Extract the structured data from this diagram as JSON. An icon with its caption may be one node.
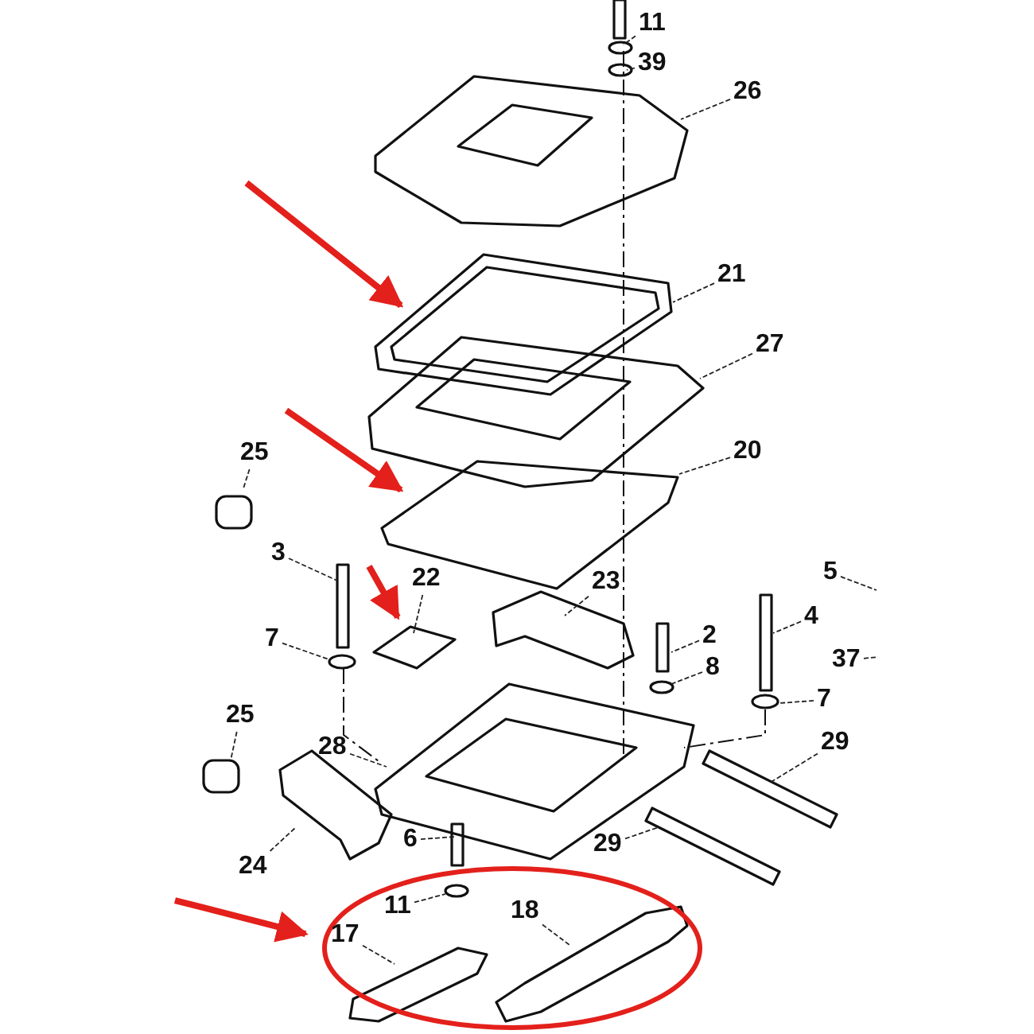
{
  "diagram": {
    "nodes": [
      {
        "text": [
          "11"
        ]
      },
      {
        "text": [
          "39"
        ]
      },
      {
        "text": [
          "26"
        ]
      },
      {
        "text": [
          "21"
        ]
      },
      {
        "text": [
          "27"
        ]
      },
      {
        "text": [
          "25"
        ]
      },
      {
        "text": [
          "20"
        ]
      },
      {
        "text": [
          "3"
        ]
      },
      {
        "text": [
          "22"
        ]
      },
      {
        "text": [
          "5"
        ]
      },
      {
        "text": [
          "23"
        ]
      },
      {
        "text": [
          "4"
        ]
      },
      {
        "text": [
          "2"
        ]
      },
      {
        "text": [
          "7"
        ]
      },
      {
        "text": [
          "37"
        ]
      },
      {
        "text": [
          "8"
        ]
      },
      {
        "text": [
          "7"
        ]
      },
      {
        "text": [
          "25"
        ]
      },
      {
        "text": [
          "28"
        ]
      },
      {
        "text": [
          "29"
        ]
      },
      {
        "text": [
          "24"
        ]
      },
      {
        "text": [
          "6"
        ]
      },
      {
        "text": [
          "29"
        ]
      },
      {
        "text": [
          "11"
        ]
      },
      {
        "text": [
          "18"
        ]
      },
      {
        "text": [
          "17"
        ]
      }
    ],
    "edges": [
      {
        "from": 0,
        "to": null,
        "arrow": "none"
      },
      {
        "from": 1,
        "to": null,
        "arrow": "none"
      },
      {
        "from": 2,
        "to": null,
        "arrow": "none"
      },
      {
        "from": 3,
        "to": null,
        "arrow": "none"
      },
      {
        "from": 4,
        "to": null,
        "arrow": "none"
      },
      {
        "from": 5,
        "to": null,
        "arrow": "none"
      },
      {
        "from": 6,
        "to": null,
        "arrow": "none"
      },
      {
        "from": 7,
        "to": null,
        "arrow": "none"
      },
      {
        "from": 8,
        "to": null,
        "arrow": "none"
      },
      {
        "from": 9,
        "to": null,
        "arrow": "none"
      },
      {
        "from": 10,
        "to": null,
        "arrow": "none"
      },
      {
        "from": 11,
        "to": null,
        "arrow": "none"
      },
      {
        "from": 12,
        "to": null,
        "arrow": "none"
      },
      {
        "from": 13,
        "to": null,
        "arrow": "none"
      },
      {
        "from": 14,
        "to": null,
        "arrow": "none"
      },
      {
        "from": 15,
        "to": null,
        "arrow": "none"
      },
      {
        "from": 16,
        "to": null,
        "arrow": "none"
      },
      {
        "from": 17,
        "to": null,
        "arrow": "none"
      },
      {
        "from": 18,
        "to": null,
        "arrow": "none"
      },
      {
        "from": 19,
        "to": null,
        "arrow": "none"
      },
      {
        "from": 20,
        "to": null,
        "arrow": "none"
      },
      {
        "from": 21,
        "to": null,
        "arrow": "none"
      },
      {
        "from": 22,
        "to": null,
        "arrow": "none"
      },
      {
        "from": 23,
        "to": null,
        "arrow": "none"
      },
      {
        "from": 24,
        "to": null,
        "arrow": "none"
      },
      {
        "from": 25,
        "to": null,
        "arrow": "none"
      }
    ]
  }
}
